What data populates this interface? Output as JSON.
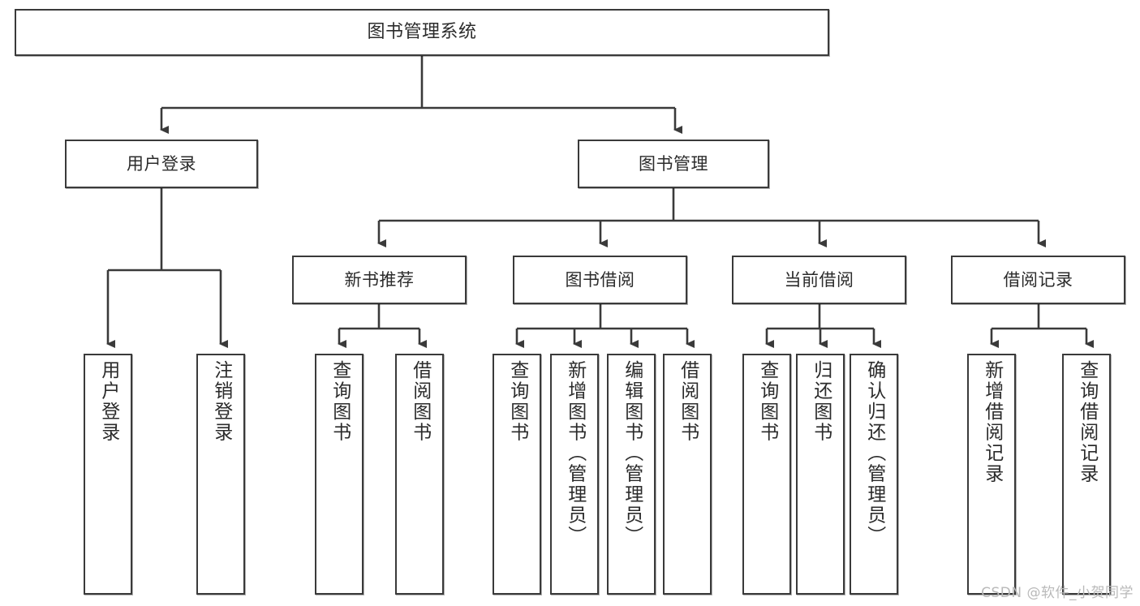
{
  "diagram": {
    "title": "图书管理系统",
    "type": "tree-hierarchy",
    "watermark": "CSDN @软件_小贺同学",
    "colors": {
      "stroke": "#3a3a3a",
      "fill": "#ffffff",
      "text": "#2b2b2b",
      "watermark": "#b9b9b9"
    },
    "nodes": {
      "root": {
        "label": "图书管理系统"
      },
      "level1": [
        {
          "label": "用户登录"
        },
        {
          "label": "图书管理"
        }
      ],
      "level2": [
        {
          "label": "新书推荐"
        },
        {
          "label": "图书借阅"
        },
        {
          "label": "当前借阅"
        },
        {
          "label": "借阅记录"
        }
      ],
      "leaves_user_login": [
        {
          "label": "用户登录"
        },
        {
          "label": "注销登录"
        }
      ],
      "leaves_new_book": [
        {
          "label": "查询图书"
        },
        {
          "label": "借阅图书"
        }
      ],
      "leaves_borrow": [
        {
          "label": "查询图书"
        },
        {
          "label": "新增图书（管理员）"
        },
        {
          "label": "编辑图书（管理员）"
        },
        {
          "label": "借阅图书"
        }
      ],
      "leaves_current": [
        {
          "label": "查询图书"
        },
        {
          "label": "归还图书"
        },
        {
          "label": "确认归还（管理员）"
        }
      ],
      "leaves_records": [
        {
          "label": "新增借阅记录"
        },
        {
          "label": "查询借阅记录"
        }
      ]
    }
  }
}
